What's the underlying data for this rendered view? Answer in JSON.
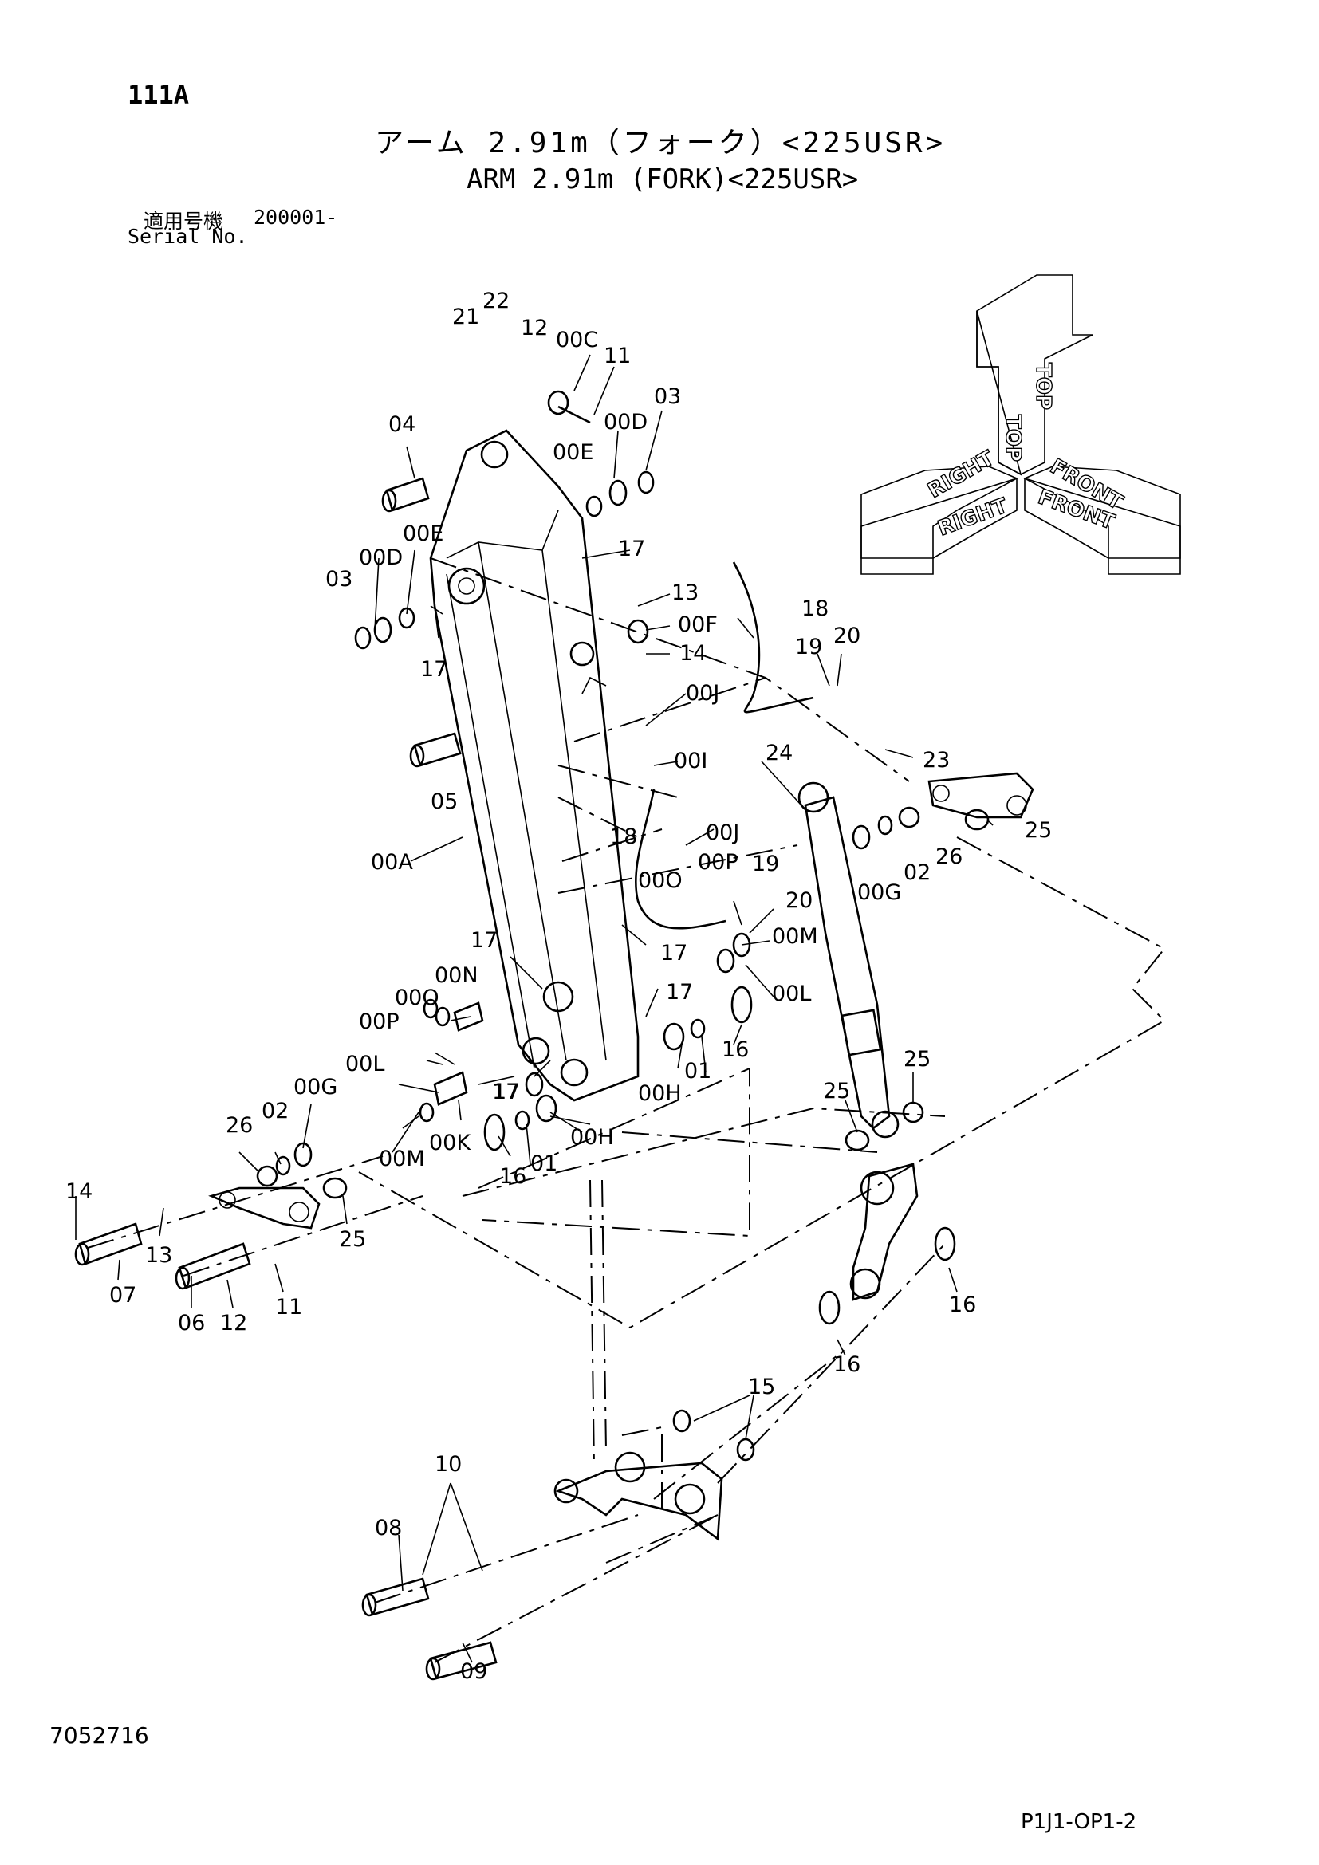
{
  "header": {
    "page_code": "111A",
    "title_jp": "アーム 2.91m（フォーク）<225USR>",
    "title_en": "ARM 2.91m (FORK)<225USR>",
    "serial_label_jp": "適用号機",
    "serial_label_en": "Serial No.",
    "serial_value": "200001-"
  },
  "footer": {
    "doc_number": "7052716",
    "page_ref": "P1J1-OP1-2"
  },
  "orientation_indicator": {
    "top_label_1": "TOP",
    "top_label_2": "TOP",
    "right_label_1": "RIGHT",
    "right_label_2": "RIGHT",
    "front_label_1": "FRONT",
    "front_label_2": "FRONT"
  },
  "callouts": [
    "21",
    "22",
    "12",
    "00C",
    "11",
    "00D",
    "03",
    "04",
    "00E",
    "17",
    "00E",
    "00D",
    "03",
    "17",
    "13",
    "00F",
    "14",
    "18",
    "19",
    "20",
    "00J",
    "05",
    "00I",
    "24",
    "23",
    "25",
    "26",
    "02",
    "00G",
    "00A",
    "18",
    "00J",
    "00P",
    "19",
    "00O",
    "20",
    "00M",
    "17",
    "17",
    "00L",
    "17",
    "00N",
    "00O",
    "00P",
    "17",
    "16",
    "01",
    "00H",
    "00L",
    "00G",
    "02",
    "26",
    "17",
    "00K",
    "00M",
    "16",
    "01",
    "00H",
    "25",
    "25",
    "14",
    "13",
    "07",
    "06",
    "12",
    "11",
    "25",
    "16",
    "16",
    "15",
    "10",
    "08",
    "09"
  ]
}
